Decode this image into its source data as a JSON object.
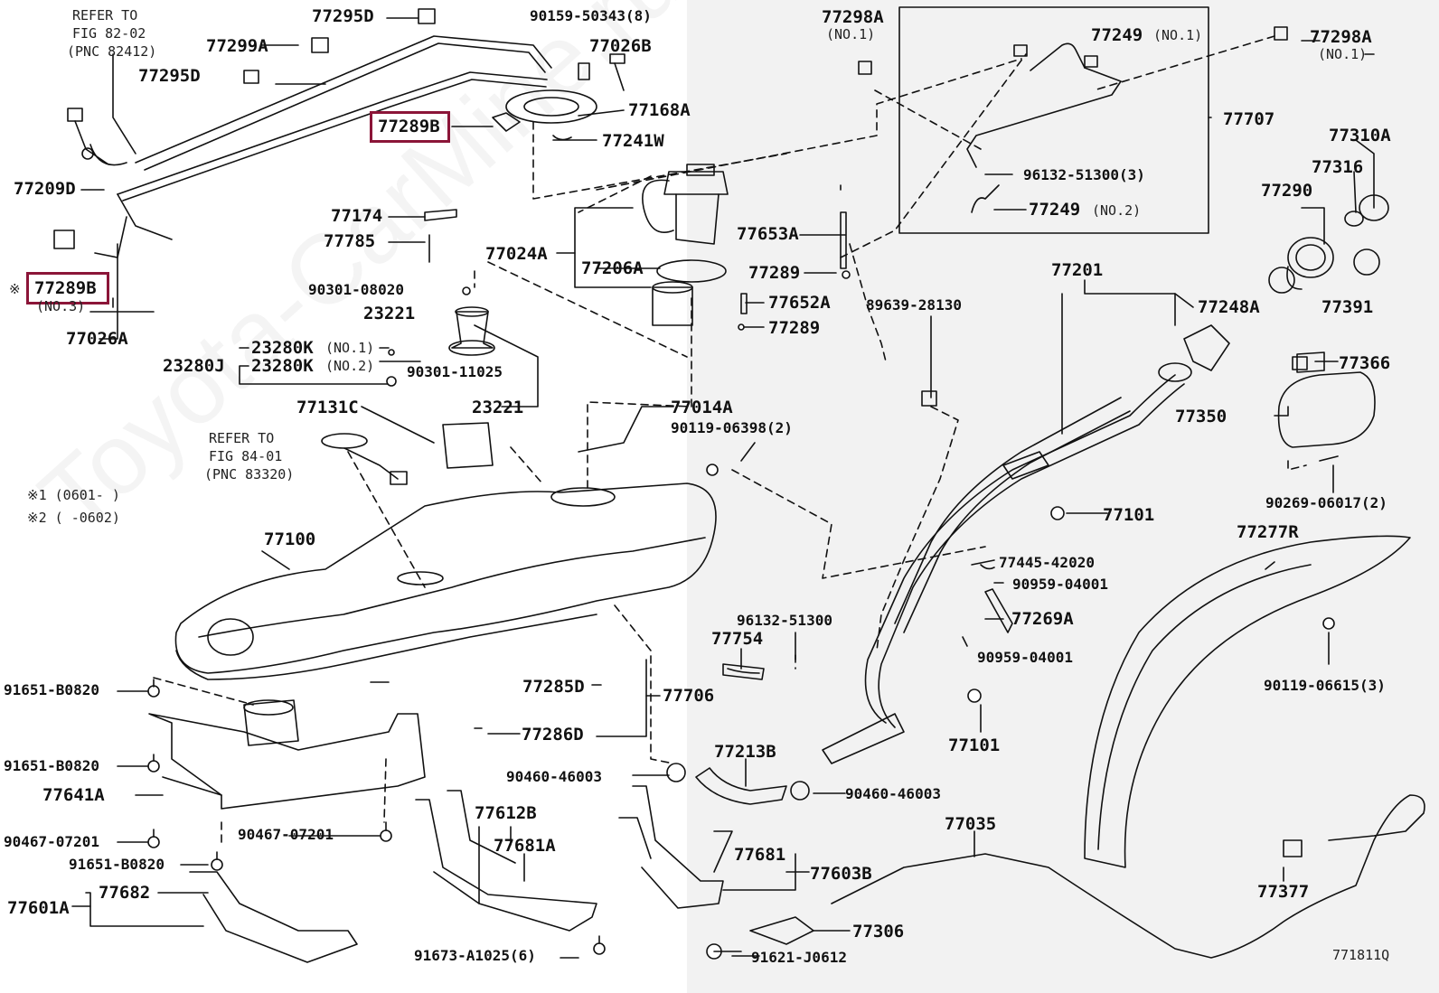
{
  "diagram": {
    "code": "771811Q",
    "watermark": "Toyota-CarMine.ru",
    "highlight_color": "#8b1538",
    "line_color": "#111111",
    "background_color": "#ffffff",
    "panel_color": "#f2f2f2"
  },
  "notes": {
    "refer1": [
      "REFER TO",
      "FIG 82-02",
      "(PNC 82412)"
    ],
    "refer2": [
      "REFER TO",
      "FIG 84-01",
      "(PNC 83320)"
    ],
    "mark1": "※1 (0601-     )",
    "mark2": "※2 (     -0602)",
    "star": "※"
  },
  "labels": {
    "p77295D_a": "77295D",
    "p77295D_b": "77295D",
    "p77299A": "77299A",
    "p90159": "90159-50343(8)",
    "p77026B": "77026B",
    "p77168A": "77168A",
    "p77289B_top": "77289B",
    "p77241W": "77241W",
    "p77209D": "77209D",
    "p77289B_left": "77289B",
    "p77289B_left_sub": "(NO.3)",
    "p77026A": "77026A",
    "p77174": "77174",
    "p77785": "77785",
    "p77024A": "77024A",
    "p77206A": "77206A",
    "p77653A": "77653A",
    "p77289_a": "77289",
    "p77652A": "77652A",
    "p77289_b": "77289",
    "p90301_08020": "90301-08020",
    "p23221_a": "23221",
    "p23280K_1": "23280K",
    "p23280K_1_sub": "(NO.1)",
    "p23280J": "23280J",
    "p23280K_2": "23280K",
    "p23280K_2_sub": "(NO.2)",
    "p90301_11025": "90301-11025",
    "p23221_b": "23221",
    "p77131C": "77131C",
    "p77014A": "77014A",
    "p90119_06398": "90119-06398(2)",
    "p77100": "77100",
    "p77298A_a": "77298A",
    "p77298A_a_sub": "(NO.1)",
    "p77249_1": "77249",
    "p77249_1_sub": "(NO.1)",
    "p77298A_b": "77298A",
    "p77298A_b_sub": "(NO.1)",
    "p77707": "77707",
    "p96132_51300_3": "96132-51300(3)",
    "p77249_2": "77249",
    "p77249_2_sub": "(NO.2)",
    "p77310A": "77310A",
    "p77316": "77316",
    "p77290": "77290",
    "p77391": "77391",
    "p77201": "77201",
    "p89639": "89639-28130",
    "p77248A": "77248A",
    "p77366": "77366",
    "p77350": "77350",
    "p77101_a": "77101",
    "p90269": "90269-06017(2)",
    "p77277R": "77277R",
    "p77445": "77445-42020",
    "p90959_a": "90959-04001",
    "p77269A": "77269A",
    "p90959_b": "90959-04001",
    "p90119_06615": "90119-06615(3)",
    "p96132_51300": "96132-51300",
    "p77754": "77754",
    "p77285D": "77285D",
    "p77706": "77706",
    "p77101_b": "77101",
    "p77286D": "77286D",
    "p91651_a": "91651-B0820",
    "p91651_b": "91651-B0820",
    "p77641A": "77641A",
    "p90467_a": "90467-07201",
    "p90467_b": "90467-07201",
    "p91651_c": "91651-B0820",
    "p77213B": "77213B",
    "p90460_a": "90460-46003",
    "p90460_b": "90460-46003",
    "p77612B": "77612B",
    "p77681A": "77681A",
    "p77035": "77035",
    "p77681": "77681",
    "p77603B": "77603B",
    "p77682": "77682",
    "p77601A": "77601A",
    "p77306": "77306",
    "p91673": "91673-A1025(6)",
    "p91621": "91621-J0612",
    "p77377": "77377"
  }
}
